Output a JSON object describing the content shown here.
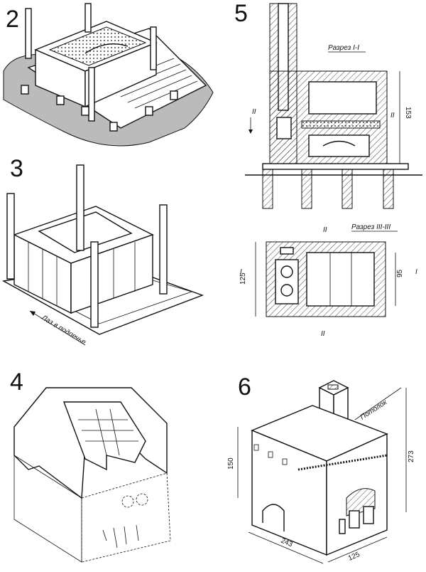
{
  "panels": {
    "p2": {
      "number": "2"
    },
    "p3": {
      "number": "3",
      "caption": "Лаз в подпечье"
    },
    "p4": {
      "number": "4"
    },
    "p5": {
      "number": "5",
      "section1_title": "Разрез I-I",
      "section3_title": "Разрез III-III",
      "dim_153": "153",
      "dim_125": "125",
      "dim_95": "95",
      "mark_II": "II",
      "mark_I": "I"
    },
    "p6": {
      "number": "6",
      "ceiling_label": "Потолок",
      "dim_150": "150",
      "dim_273": "273",
      "dim_243": "243",
      "dim_125": "125"
    }
  }
}
